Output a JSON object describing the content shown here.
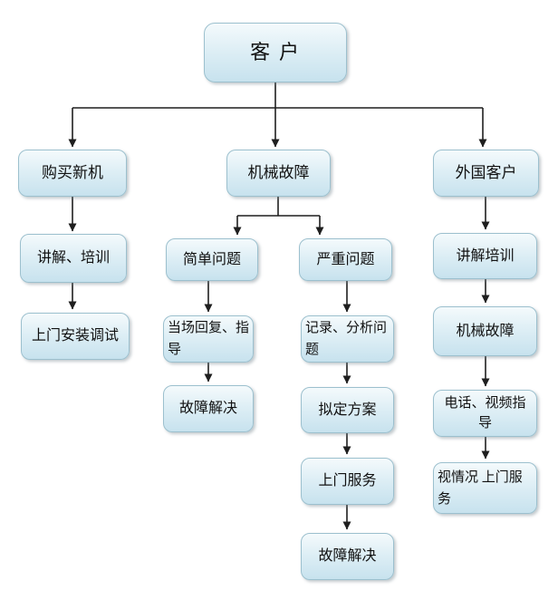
{
  "diagram": {
    "type": "flowchart",
    "colors": {
      "canvas_bg": "#ffffff",
      "node_top": "#f4fafc",
      "node_mid": "#ddeef5",
      "node_bottom": "#c7e2ee",
      "node_border": "#9cc0ce",
      "connector": "#1f1f1f",
      "text": "#111111"
    },
    "nodes": [
      {
        "id": "customer",
        "label": "客户"
      },
      {
        "id": "buy-new-machine",
        "label": "购买新机"
      },
      {
        "id": "mechanical-failure",
        "label": "机械故障"
      },
      {
        "id": "foreign-customer",
        "label": "外国客户"
      },
      {
        "id": "explain-training",
        "label": "讲解、培训"
      },
      {
        "id": "onsite-install-debug",
        "label": "上门安装调试"
      },
      {
        "id": "simple-problem",
        "label": "简单问题"
      },
      {
        "id": "serious-problem",
        "label": "严重问题"
      },
      {
        "id": "onsite-reply-guide",
        "label": "当场回复、指导"
      },
      {
        "id": "fault-solved-left",
        "label": "故障解决"
      },
      {
        "id": "record-analyze",
        "label": "记录、分析问题"
      },
      {
        "id": "make-plan",
        "label": "拟定方案"
      },
      {
        "id": "onsite-service",
        "label": "上门服务"
      },
      {
        "id": "fault-solved-mid",
        "label": "故障解决"
      },
      {
        "id": "explain-training-right",
        "label": "讲解培训"
      },
      {
        "id": "mechanical-failure-right",
        "label": "机械故障"
      },
      {
        "id": "phone-video-guide",
        "label": "电话、视频指导"
      },
      {
        "id": "onsite-as-needed",
        "label": "视情况 上门服务"
      }
    ],
    "edges": [
      {
        "from": "customer",
        "to": "buy-new-machine"
      },
      {
        "from": "customer",
        "to": "mechanical-failure"
      },
      {
        "from": "customer",
        "to": "foreign-customer"
      },
      {
        "from": "buy-new-machine",
        "to": "explain-training"
      },
      {
        "from": "explain-training",
        "to": "onsite-install-debug"
      },
      {
        "from": "mechanical-failure",
        "to": "simple-problem"
      },
      {
        "from": "mechanical-failure",
        "to": "serious-problem"
      },
      {
        "from": "simple-problem",
        "to": "onsite-reply-guide"
      },
      {
        "from": "onsite-reply-guide",
        "to": "fault-solved-left"
      },
      {
        "from": "serious-problem",
        "to": "record-analyze"
      },
      {
        "from": "record-analyze",
        "to": "make-plan"
      },
      {
        "from": "make-plan",
        "to": "onsite-service"
      },
      {
        "from": "onsite-service",
        "to": "fault-solved-mid"
      },
      {
        "from": "foreign-customer",
        "to": "explain-training-right"
      },
      {
        "from": "explain-training-right",
        "to": "mechanical-failure-right"
      },
      {
        "from": "mechanical-failure-right",
        "to": "phone-video-guide"
      },
      {
        "from": "phone-video-guide",
        "to": "onsite-as-needed"
      }
    ]
  }
}
